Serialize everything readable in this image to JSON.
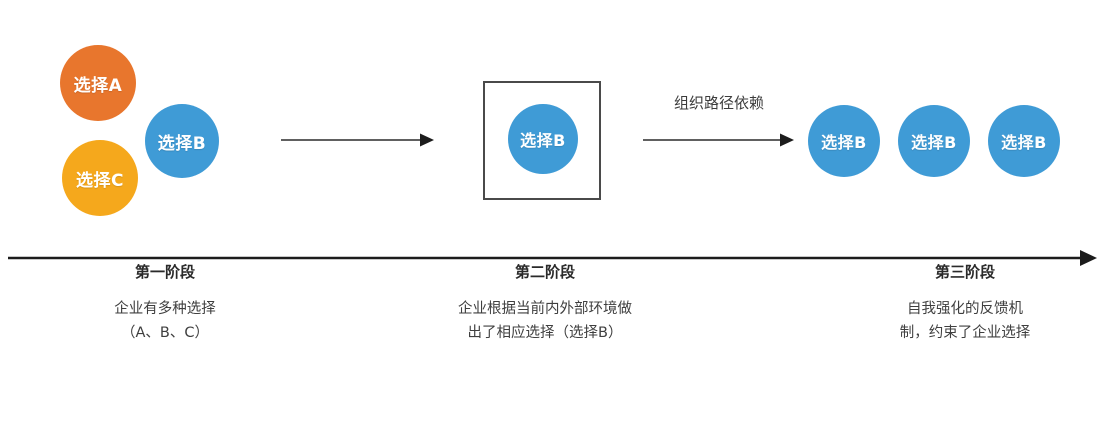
{
  "diagram": {
    "title_text": "",
    "colors": {
      "orange": "#e8762d",
      "yellow": "#f5a81c",
      "blue": "#3f9bd6",
      "line": "#4a4a4a",
      "text": "#3c3c3c"
    },
    "nodes": {
      "choice_a": "选择A",
      "choice_b": "选择B",
      "choice_c": "选择C",
      "choice_b_locked": "选择B",
      "choice_b_r1": "选择B",
      "choice_b_r2": "选择B",
      "choice_b_r3": "选择B"
    },
    "arrows": {
      "arrow1_label": "",
      "arrow2_label": "组织路径依赖",
      "timeline_label": ""
    },
    "stages": [
      {
        "title": "第一阶段",
        "desc_line1": "企业有多种选择",
        "desc_line2": "（A、B、C）"
      },
      {
        "title": "第二阶段",
        "desc_line1": "企业根据当前内外部环境做",
        "desc_line2": "出了相应选择（选择B）"
      },
      {
        "title": "第三阶段",
        "desc_line1": "自我强化的反馈机",
        "desc_line2": "制，约束了企业选择"
      }
    ]
  }
}
